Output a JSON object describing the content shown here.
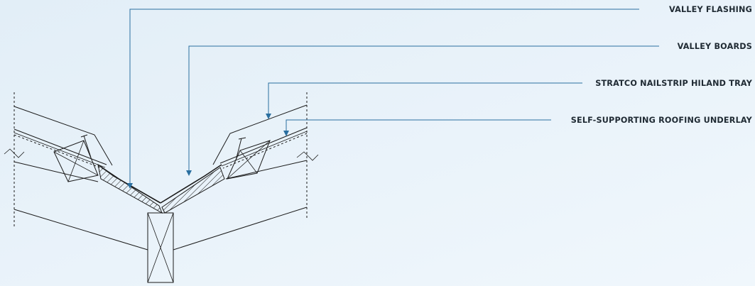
{
  "diagram": {
    "callouts": [
      {
        "id": "valley-flashing",
        "label": "VALLEY FLASHING"
      },
      {
        "id": "valley-boards",
        "label": "VALLEY BOARDS"
      },
      {
        "id": "nailstrip-tray",
        "label": "STRATCO NAILSTRIP HILAND TRAY"
      },
      {
        "id": "roofing-underlay",
        "label": "SELF-SUPPORTING ROOFING UNDERLAY"
      }
    ],
    "colors": {
      "background": "#e6f1f9",
      "leader": "#2a6fa0",
      "ink": "#1b1b1b",
      "label_text": "#1f2a33"
    }
  }
}
